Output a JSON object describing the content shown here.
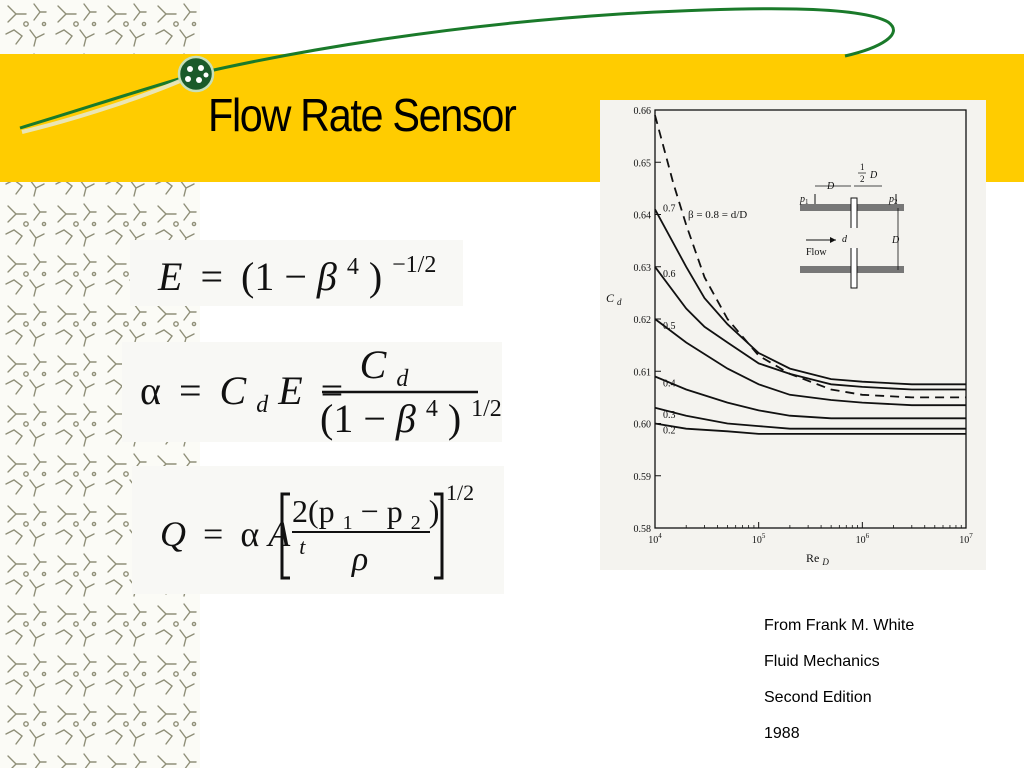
{
  "slide": {
    "title": "Flow Rate Sensor",
    "colors": {
      "title_band": "#FFCC00",
      "swoosh": "#1a7a2a",
      "pattern": "#8a8a6a"
    },
    "icons": [
      "node-bullet-icon",
      "swoosh-line-icon",
      "molecule-pattern-icon"
    ]
  },
  "equations": {
    "e": {
      "lhs": "E",
      "eq": "=",
      "open": "(1 − ",
      "beta": "β",
      "sup4": "4",
      "close": ")",
      "exp": "−1/2"
    },
    "alpha": {
      "lhs": "α",
      "eq1": "=",
      "mid": "C",
      "mid_sub": "d",
      "mid_e": "E",
      "eq2": "=",
      "num": "C",
      "num_sub": "d",
      "den_open": "(1 − ",
      "den_beta": "β",
      "den_sup4": "4",
      "den_close": ")",
      "den_exp": "1/2"
    },
    "q": {
      "lhs": "Q",
      "eq": "=",
      "alpha": "α",
      "a": "A",
      "a_sub": "t",
      "num_pre": "2(p",
      "sub1": "1",
      "minus": " − p",
      "sub2": "2",
      "num_post": ")",
      "den": "ρ",
      "exp": "1/2"
    }
  },
  "citation": {
    "line1": "From Frank M. White",
    "line2": "Fluid Mechanics",
    "line3": "Second Edition",
    "line4": "1988"
  },
  "chart_data": {
    "type": "line",
    "xlabel": "Re",
    "xlabel_sub": "D",
    "ylabel": "C",
    "ylabel_sub": "d",
    "x_scale": "log",
    "xlim": [
      10000,
      10000000
    ],
    "ylim": [
      0.58,
      0.66
    ],
    "x_ticks": [
      {
        "value": 10000,
        "base": "10",
        "exp": "4"
      },
      {
        "value": 100000,
        "base": "10",
        "exp": "5"
      },
      {
        "value": 1000000,
        "base": "10",
        "exp": "6"
      },
      {
        "value": 10000000,
        "base": "10",
        "exp": "7"
      }
    ],
    "y_ticks": [
      "0.66",
      "0.65",
      "0.64",
      "0.63",
      "0.62",
      "0.61",
      "0.60",
      "0.59",
      "0.58"
    ],
    "y_tick_values": [
      0.66,
      0.65,
      0.64,
      0.63,
      0.62,
      0.61,
      0.6,
      0.59,
      0.58
    ],
    "grid": false,
    "legend": "none",
    "series": [
      {
        "name": "0.8",
        "label": "β = 0.8 = d/D",
        "style": "dashed",
        "points": [
          [
            10000,
            0.659
          ],
          [
            15000,
            0.646
          ],
          [
            20000,
            0.638
          ],
          [
            30000,
            0.628
          ],
          [
            50000,
            0.62
          ],
          [
            100000,
            0.613
          ],
          [
            200000,
            0.6095
          ],
          [
            500000,
            0.6065
          ],
          [
            1000000,
            0.6055
          ],
          [
            3000000,
            0.605
          ],
          [
            10000000,
            0.605
          ]
        ]
      },
      {
        "name": "0.7",
        "label": "0.7",
        "style": "solid",
        "points": [
          [
            10000,
            0.641
          ],
          [
            20000,
            0.63
          ],
          [
            30000,
            0.624
          ],
          [
            50000,
            0.619
          ],
          [
            100000,
            0.6135
          ],
          [
            200000,
            0.6105
          ],
          [
            500000,
            0.6085
          ],
          [
            1000000,
            0.608
          ],
          [
            3000000,
            0.6075
          ],
          [
            10000000,
            0.6075
          ]
        ]
      },
      {
        "name": "0.6",
        "label": "0.6",
        "style": "solid",
        "points": [
          [
            10000,
            0.63
          ],
          [
            20000,
            0.622
          ],
          [
            30000,
            0.6185
          ],
          [
            50000,
            0.6155
          ],
          [
            100000,
            0.6115
          ],
          [
            200000,
            0.6095
          ],
          [
            500000,
            0.6075
          ],
          [
            1000000,
            0.607
          ],
          [
            3000000,
            0.6065
          ],
          [
            10000000,
            0.6065
          ]
        ]
      },
      {
        "name": "0.5",
        "label": "0.5",
        "style": "solid",
        "points": [
          [
            10000,
            0.62
          ],
          [
            20000,
            0.6155
          ],
          [
            50000,
            0.6105
          ],
          [
            100000,
            0.6075
          ],
          [
            200000,
            0.6055
          ],
          [
            500000,
            0.6045
          ],
          [
            1000000,
            0.604
          ],
          [
            3000000,
            0.6035
          ],
          [
            10000000,
            0.6035
          ]
        ]
      },
      {
        "name": "0.4",
        "label": "0.4",
        "style": "solid",
        "points": [
          [
            10000,
            0.609
          ],
          [
            20000,
            0.6065
          ],
          [
            50000,
            0.604
          ],
          [
            100000,
            0.6025
          ],
          [
            200000,
            0.6015
          ],
          [
            500000,
            0.601
          ],
          [
            1000000,
            0.601
          ],
          [
            10000000,
            0.601
          ]
        ]
      },
      {
        "name": "0.3",
        "label": "0.3",
        "style": "solid",
        "points": [
          [
            10000,
            0.603
          ],
          [
            20000,
            0.6015
          ],
          [
            50000,
            0.6
          ],
          [
            100000,
            0.5995
          ],
          [
            200000,
            0.599
          ],
          [
            1000000,
            0.599
          ],
          [
            10000000,
            0.599
          ]
        ]
      },
      {
        "name": "0.2",
        "label": "0.2",
        "style": "solid",
        "points": [
          [
            10000,
            0.6
          ],
          [
            20000,
            0.599
          ],
          [
            50000,
            0.5985
          ],
          [
            100000,
            0.598
          ],
          [
            1000000,
            0.598
          ],
          [
            10000000,
            0.598
          ]
        ]
      }
    ],
    "inset": {
      "labels": {
        "half": "1",
        "half_den": "2",
        "half_d": "D",
        "d_left": "D",
        "p1": "p",
        "p1_sub": "1",
        "p2": "p",
        "p2_sub": "2",
        "flow": "Flow",
        "d_small": "d",
        "d_right": "D"
      }
    }
  }
}
